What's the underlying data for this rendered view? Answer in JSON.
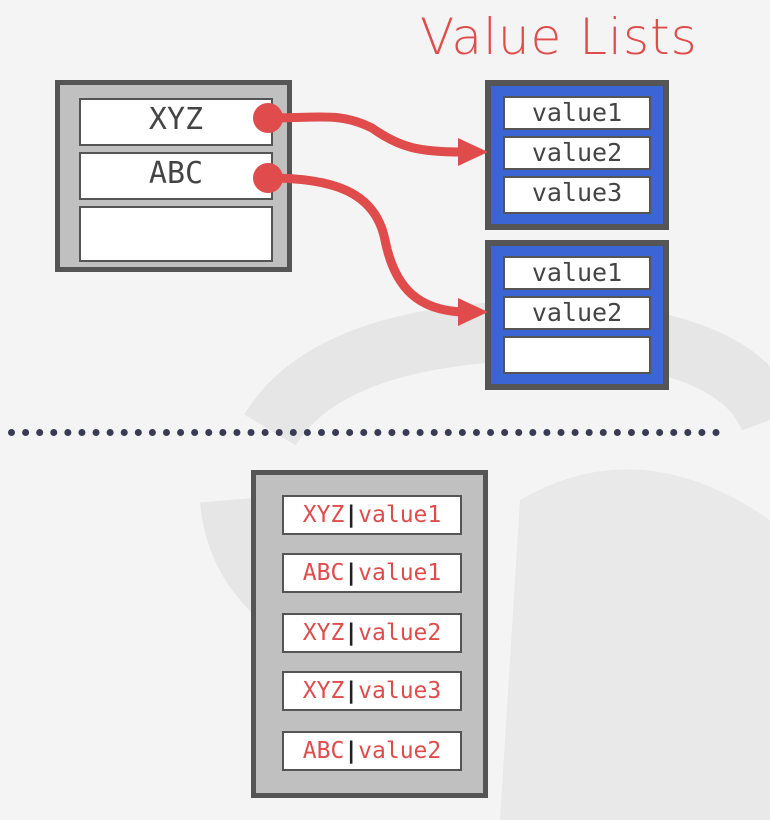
{
  "title": "Value Lists",
  "keys": [
    "XYZ",
    "ABC",
    ""
  ],
  "value_lists": [
    [
      "value1",
      "value2",
      "value3"
    ],
    [
      "value1",
      "value2",
      ""
    ]
  ],
  "combined": [
    {
      "key": "XYZ",
      "sep": "|",
      "value": "value1"
    },
    {
      "key": "ABC",
      "sep": "|",
      "value": "value1"
    },
    {
      "key": "XYZ",
      "sep": "|",
      "value": "value2"
    },
    {
      "key": "XYZ",
      "sep": "|",
      "value": "value3"
    },
    {
      "key": "ABC",
      "sep": "|",
      "value": "value2"
    }
  ],
  "colors": {
    "accent": "#e04c4c",
    "list_border_blue": "#3b65d4",
    "frame": "#555555",
    "fill_gray": "#c0c0c0",
    "divider": "#3a3a55"
  }
}
